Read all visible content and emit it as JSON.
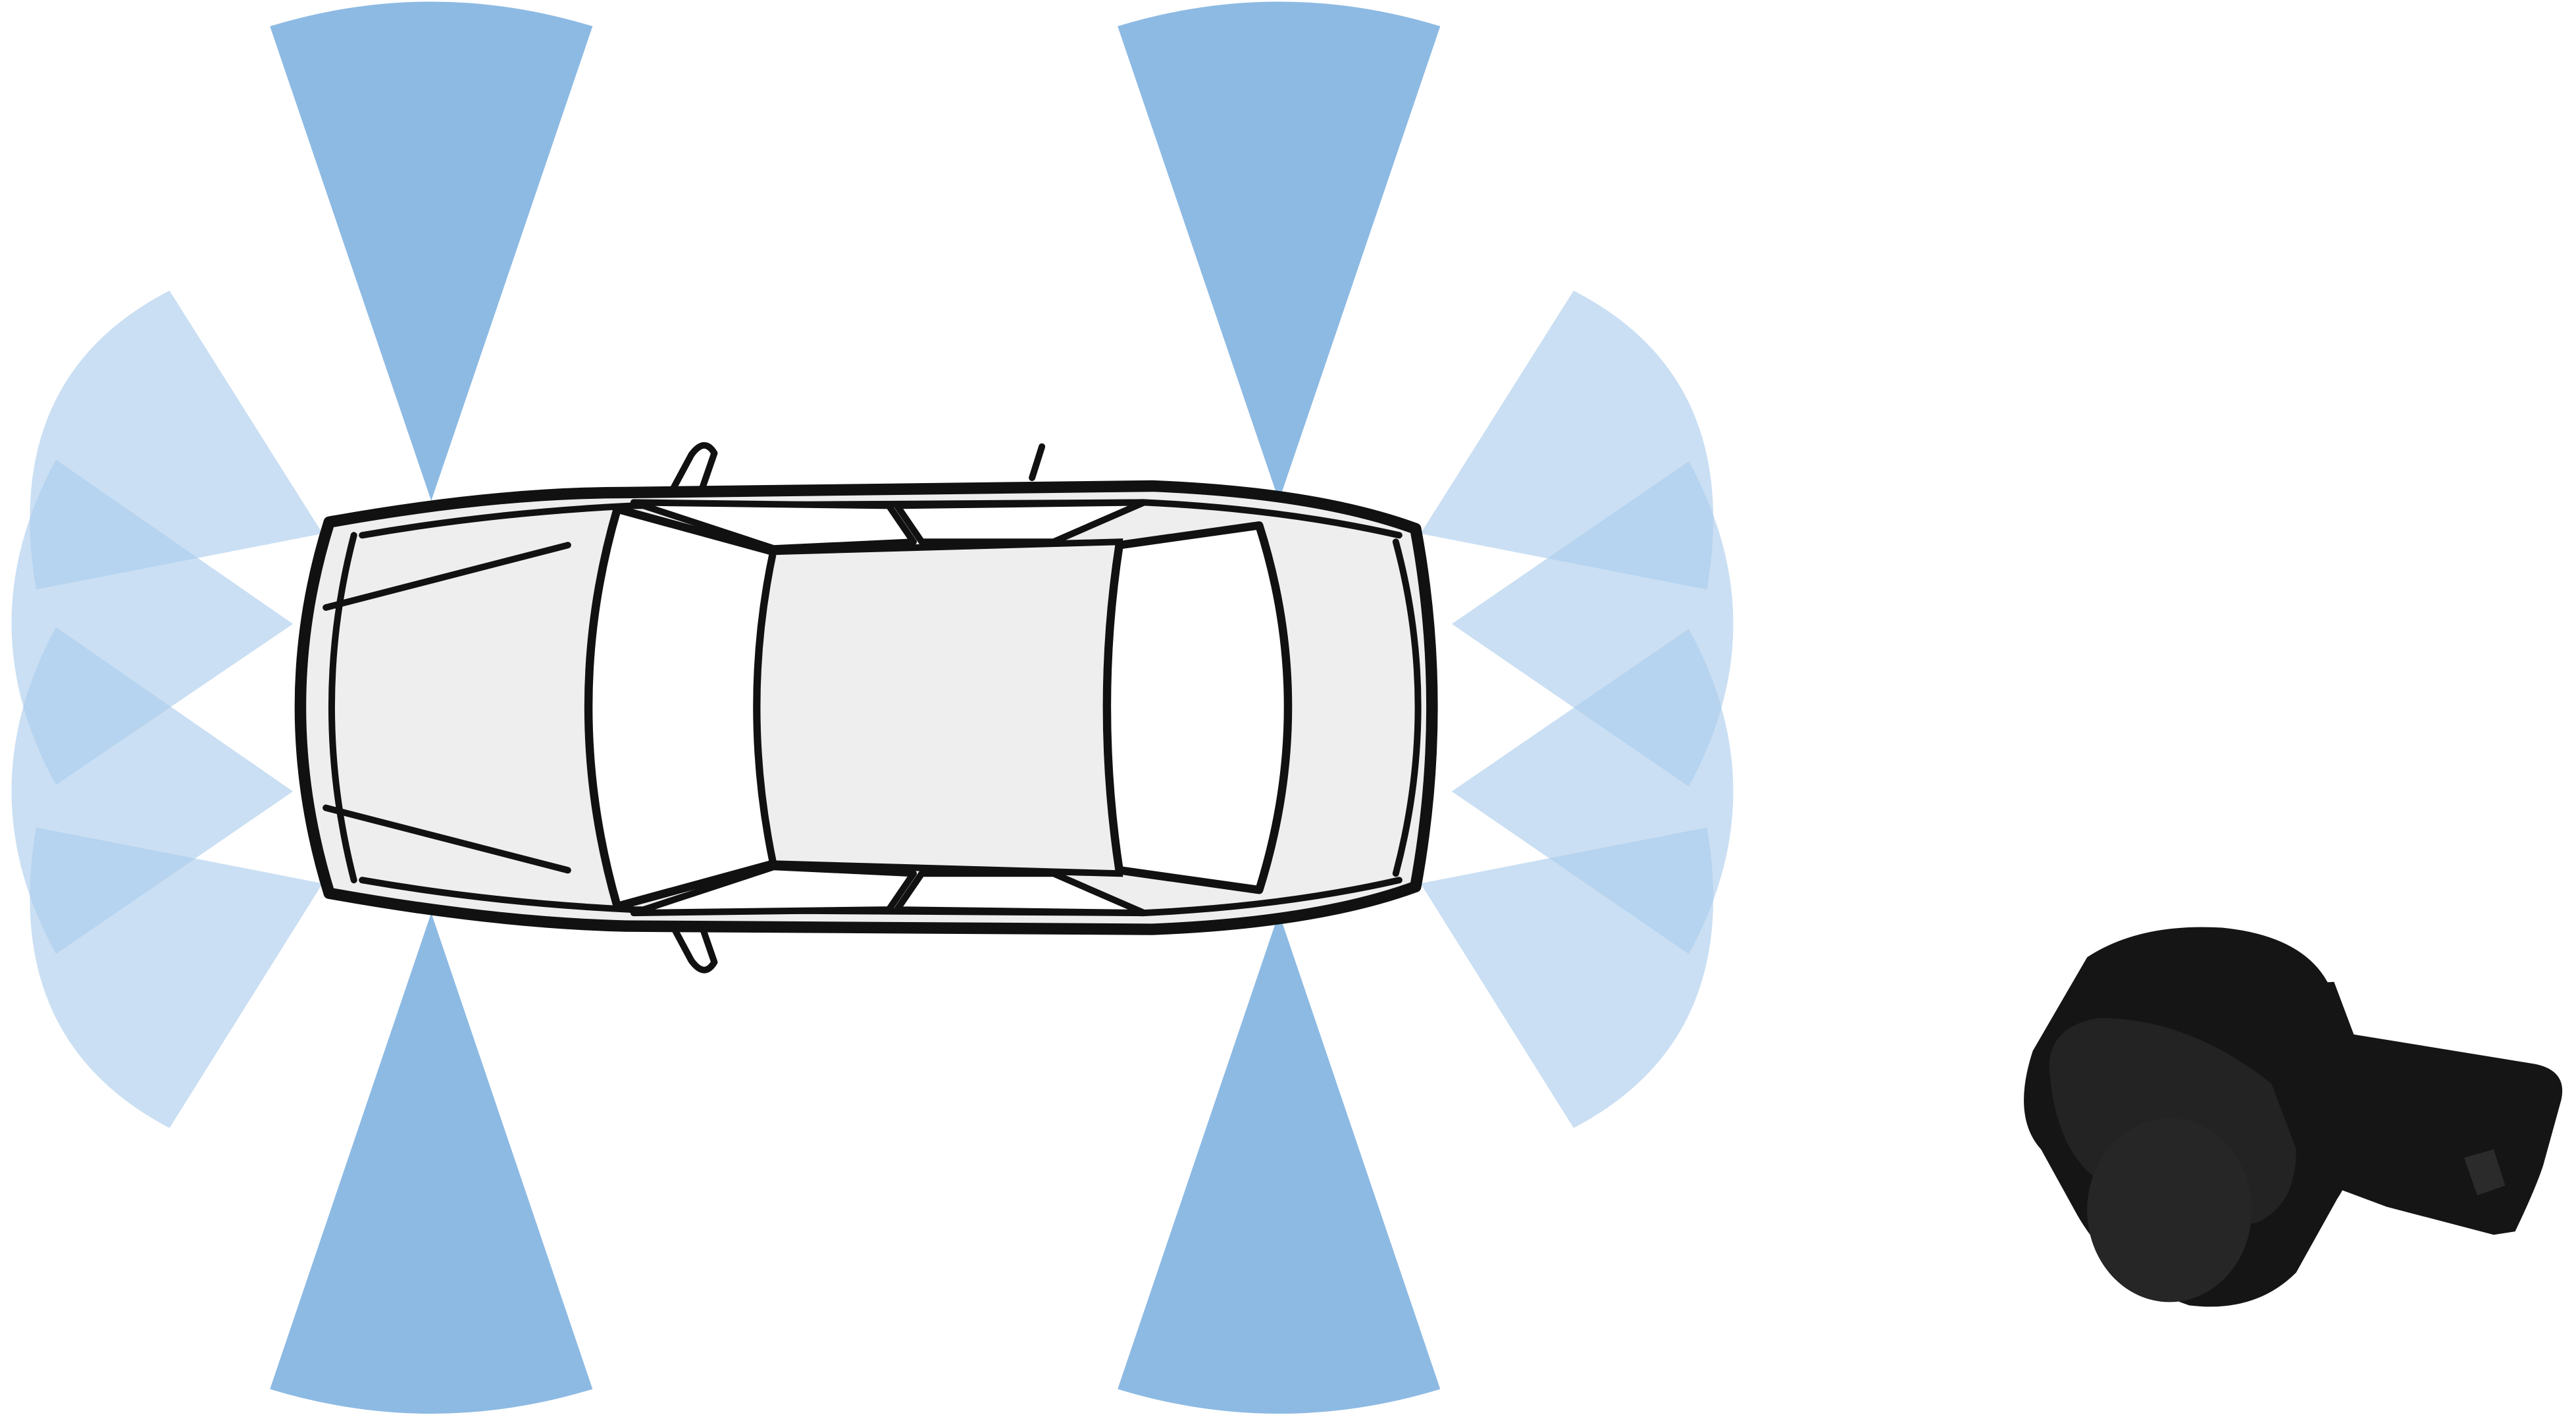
{
  "colors": {
    "background": "#ffffff",
    "front_rear_sensor_cone": "#8dbae3",
    "corner_sensor_cone": "#a9cbeb",
    "car_body": "#eeeeee",
    "car_outline": "#111111",
    "car_glass": "#ffffff",
    "sensor_body": "#151515",
    "sensor_face": "#262626"
  },
  "diagram": {
    "vehicle": "sedan-top-view",
    "sensor_cones": {
      "top_edge": 2,
      "bottom_edge": 2,
      "left_end": 4,
      "right_end": 4
    },
    "sensor_part": "ultrasonic-parking-sensor"
  }
}
